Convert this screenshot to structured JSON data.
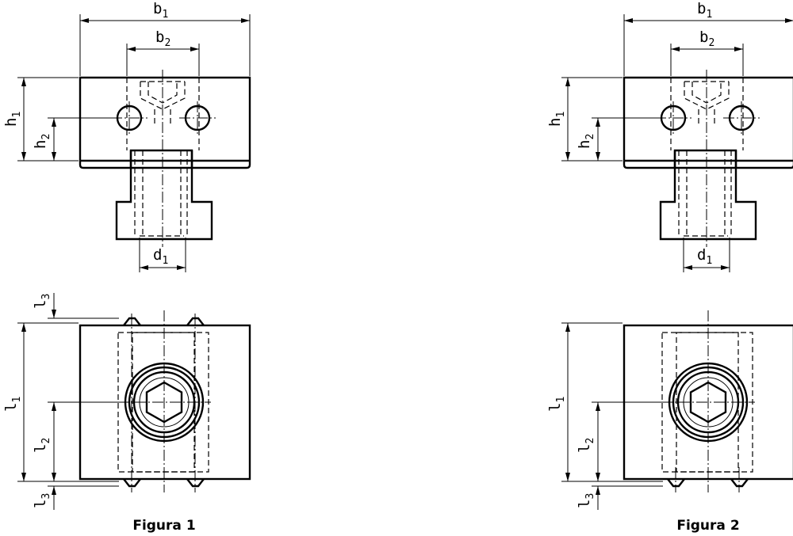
{
  "figures": [
    {
      "id": "fig1",
      "caption": "Figura 1",
      "dims": {
        "b1": {
          "base": "b",
          "sub": "1"
        },
        "b2": {
          "base": "b",
          "sub": "2"
        },
        "h1": {
          "base": "h",
          "sub": "1"
        },
        "h2": {
          "base": "h",
          "sub": "2"
        },
        "d1": {
          "base": "d",
          "sub": "1"
        },
        "l1": {
          "base": "l",
          "sub": "1"
        },
        "l2": {
          "base": "l",
          "sub": "2"
        },
        "l3a": {
          "base": "l",
          "sub": "3"
        },
        "l3b": {
          "base": "l",
          "sub": "3"
        }
      }
    },
    {
      "id": "fig2",
      "caption": "Figura 2",
      "dims": {
        "b1": {
          "base": "b",
          "sub": "1"
        },
        "b2": {
          "base": "b",
          "sub": "2"
        },
        "h1": {
          "base": "h",
          "sub": "1"
        },
        "h2": {
          "base": "h",
          "sub": "2"
        },
        "d1": {
          "base": "d",
          "sub": "1"
        },
        "l1": {
          "base": "l",
          "sub": "1"
        },
        "l2": {
          "base": "l",
          "sub": "2"
        },
        "l3": {
          "base": "l",
          "sub": "3"
        }
      }
    }
  ]
}
